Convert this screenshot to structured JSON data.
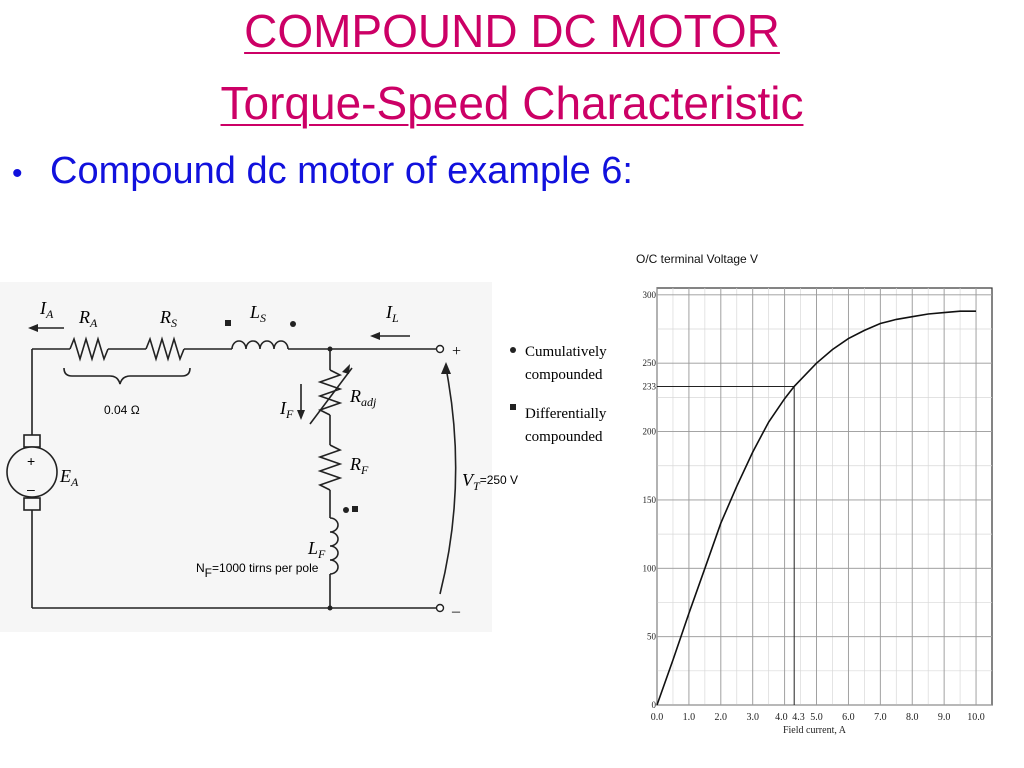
{
  "slide": {
    "title": "COMPOUND DC MOTOR",
    "subtitle": "Torque-Speed Characteristic",
    "bullet": "Compound dc motor of example 6:"
  },
  "colors": {
    "title": "#cc0066",
    "bullet": "#1111dd",
    "diagram_bg": "#f6f6f6",
    "line": "#222222"
  },
  "circuit": {
    "ia": "I",
    "ia_sub": "A",
    "ra": "R",
    "ra_sub": "A",
    "rs": "R",
    "rs_sub": "S",
    "ls": "L",
    "ls_sub": "S",
    "il": "I",
    "il_sub": "L",
    "resistance_note": "0.04 Ω",
    "ea": "E",
    "ea_sub": "A",
    "plus": "+",
    "minus": "–",
    "if": "I",
    "if_sub": "F",
    "radj": "R",
    "radj_sub": "adj",
    "rf": "R",
    "rf_sub": "F",
    "lf": "L",
    "lf_sub": "F",
    "nf_main": "N",
    "nf_sub": "F",
    "nf_rest": "=1000 tirns per pole",
    "vt": "V",
    "vt_sub": "T",
    "vt_value": "=250 V",
    "legend": [
      {
        "line1": "Cumulatively",
        "line2": "compounded"
      },
      {
        "line1": "Differentially",
        "line2": "compounded"
      }
    ]
  },
  "chart_data": {
    "type": "line",
    "title": "O/C terminal Voltage V",
    "xlabel": "Field current, A",
    "ylabel": "",
    "xlim": [
      0,
      10.5
    ],
    "ylim": [
      0,
      305
    ],
    "x_ticks": [
      "0.0",
      "1.0",
      "2.0",
      "3.0",
      "4.0",
      "4.3",
      "5.0",
      "6.0",
      "7.0",
      "8.0",
      "9.0",
      "10.0"
    ],
    "x_tick_values": [
      0,
      1,
      2,
      3,
      4,
      4.3,
      5,
      6,
      7,
      8,
      9,
      10
    ],
    "y_ticks": [
      "0",
      "50",
      "100",
      "150",
      "200",
      "233",
      "250",
      "300"
    ],
    "y_tick_values": [
      0,
      50,
      100,
      150,
      200,
      233,
      250,
      300
    ],
    "series": [
      {
        "x": [
          0,
          0.5,
          1.0,
          1.5,
          2.0,
          2.5,
          3.0,
          3.5,
          4.0,
          4.3,
          5.0,
          5.5,
          6.0,
          6.5,
          7.0,
          7.5,
          8.0,
          8.5,
          9.0,
          9.5,
          10.0
        ],
        "y": [
          0,
          33,
          67,
          100,
          133,
          160,
          185,
          207,
          224,
          233,
          250,
          260,
          268,
          274,
          279,
          282,
          284,
          286,
          287,
          288,
          288
        ]
      }
    ],
    "annotations": [
      {
        "x": 4.3,
        "y": 233
      }
    ],
    "grid": true
  }
}
